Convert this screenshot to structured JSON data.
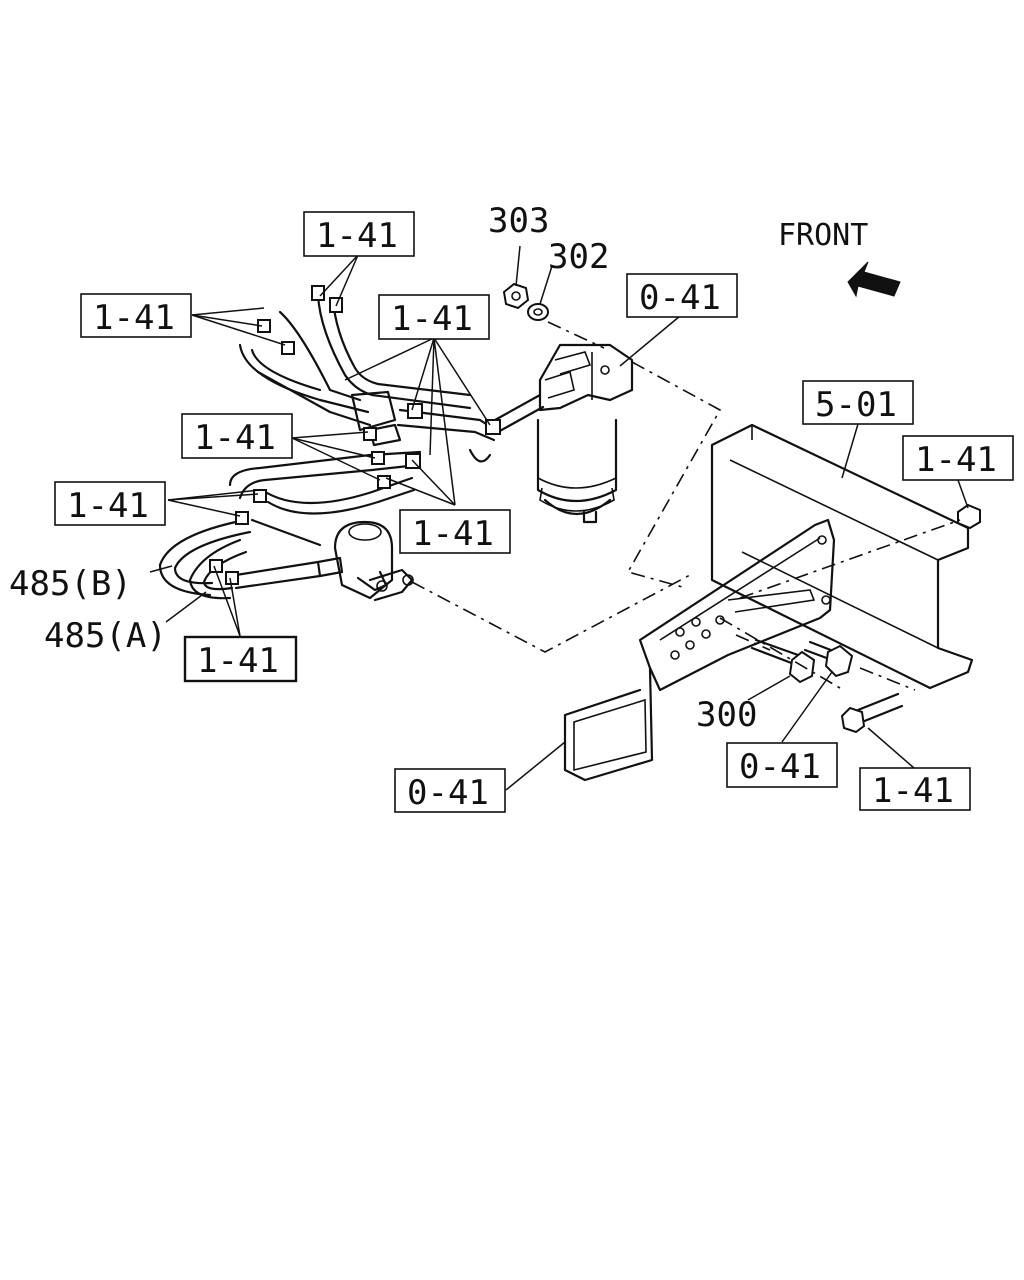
{
  "diagram": {
    "front_label": "FRONT",
    "part_numbers": {
      "p303": "303",
      "p302": "302",
      "p300": "300",
      "p485b": "485(B)",
      "p485a": "485(A)"
    },
    "callouts": {
      "c_top": "1-41",
      "c_left_upper": "1-41",
      "c_mid_upper": "1-41",
      "c_filter": "0-41",
      "c_frame": "5-01",
      "c_right_nut": "1-41",
      "c_mid_left": "1-41",
      "c_left_lower": "1-41",
      "c_mid_lower": "1-41",
      "c_bottom_left": "1-41",
      "c_bracket": "0-41",
      "c_bolt_mid": "0-41",
      "c_bolt_right": "1-41"
    }
  }
}
